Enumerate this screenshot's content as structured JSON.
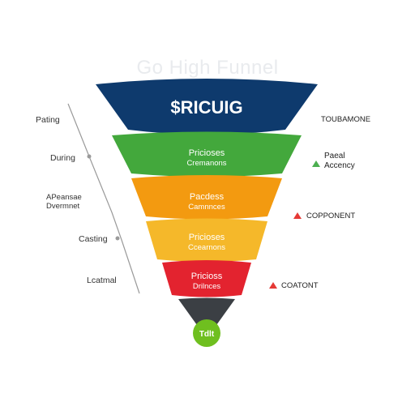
{
  "title": "Go High Funnel",
  "funnel": {
    "top": {
      "label": "$RICUIG",
      "color": "#0e3a6d"
    },
    "stages": [
      {
        "title": "Pricioses",
        "subtitle": "Cremanons",
        "color": "#43a83c"
      },
      {
        "title": "Pacdess",
        "subtitle": "Camnnces",
        "color": "#f39a10"
      },
      {
        "title": "Pricioses",
        "subtitle": "Ccearnons",
        "color": "#f5b82a"
      },
      {
        "title": "Pricioss",
        "subtitle": "Drilnces",
        "color": "#e3232f"
      }
    ],
    "tip": {
      "color": "#3b3f44"
    },
    "badge": {
      "label": "Tdlt",
      "color": "#6fbf1f"
    }
  },
  "left_labels": [
    "Pating",
    "During",
    "APeansae Dvermnet",
    "Casting",
    "Lcatmal"
  ],
  "right_labels": [
    {
      "text": "TOUBAMONE",
      "marker": "none"
    },
    {
      "text": "Paeal Accency",
      "marker": "green-triangle",
      "color": "#4caf50"
    },
    {
      "text": "COPPONENT",
      "marker": "red-triangle",
      "color": "#e53935"
    },
    {
      "text": "COATONT",
      "marker": "red-triangle",
      "color": "#e53935"
    }
  ]
}
